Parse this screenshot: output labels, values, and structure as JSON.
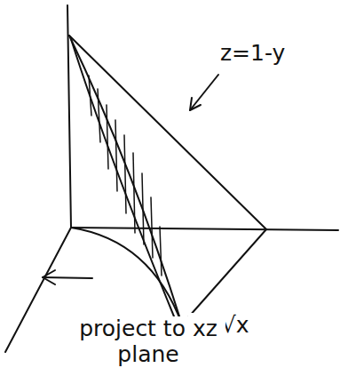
{
  "diagram": {
    "labels": [
      "z=1-y",
      "y=√x",
      "project to xz plane"
    ]
  }
}
